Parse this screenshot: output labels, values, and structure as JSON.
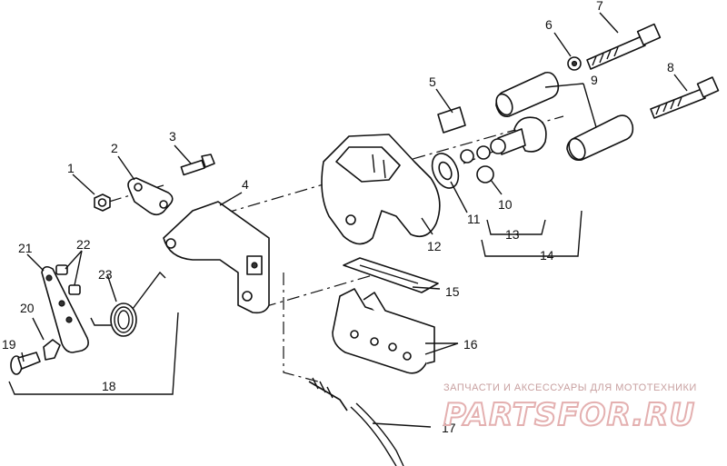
{
  "callouts": {
    "c1": "1",
    "c2": "2",
    "c3": "3",
    "c4": "4",
    "c5": "5",
    "c6": "6",
    "c7": "7",
    "c8": "8",
    "c9": "9",
    "c10": "10",
    "c11": "11",
    "c12": "12",
    "c13": "13",
    "c14": "14",
    "c15": "15",
    "c16": "16",
    "c17": "17",
    "c18": "18",
    "c19": "19",
    "c20": "20",
    "c21": "21",
    "c22": "22",
    "c23": "23"
  },
  "watermark": {
    "tagline": "ЗАПЧАСТИ И АКСЕССУАРЫ ДЛЯ МОТОТЕХНИКИ",
    "brand": "PARTSFOR.RU"
  }
}
